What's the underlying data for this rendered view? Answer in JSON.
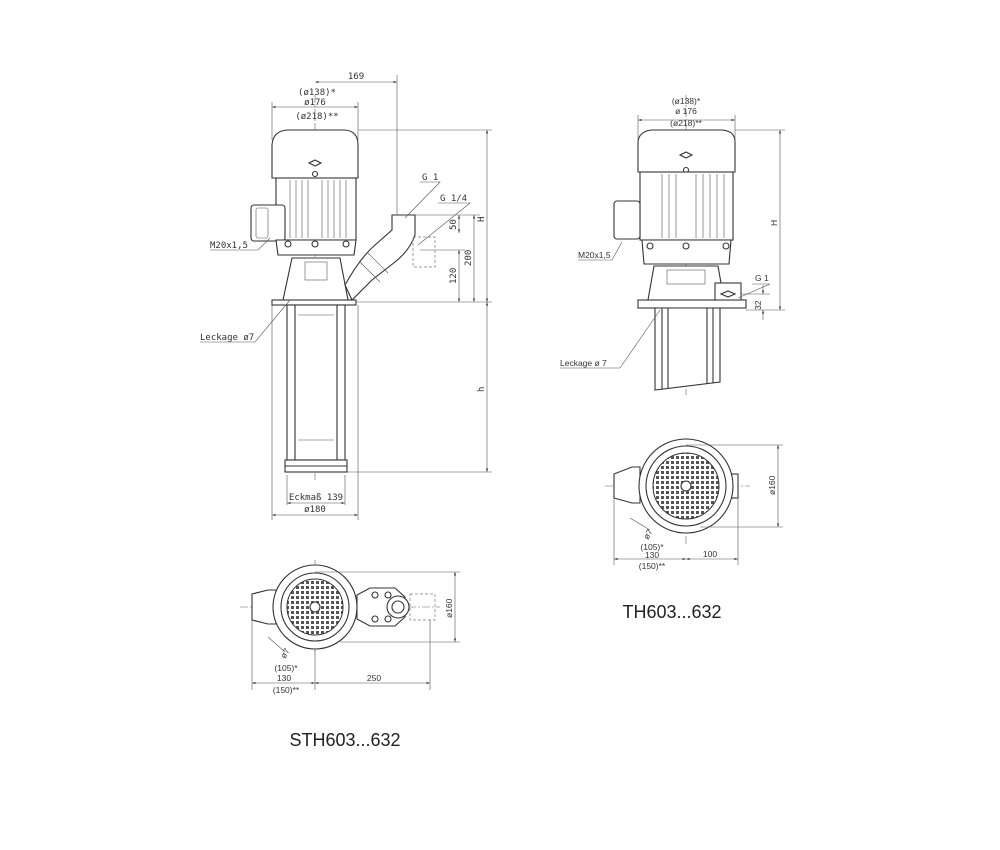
{
  "sth": {
    "caption": "STH603...632",
    "front": {
      "dim_169": "169",
      "dim_d138": "(ø138)*",
      "dim_d176": "ø176",
      "dim_d218": "(ø218)**",
      "label_g1": "G 1",
      "label_g14": "G 1/4",
      "label_m20": "M20x1,5",
      "label_leckage": "Leckage ø7",
      "dim_50": "50",
      "dim_120": "120",
      "dim_200": "200",
      "dim_H": "H",
      "dim_h": "h",
      "dim_eckmass": "Eckmaß 139",
      "dim_d180": "ø180"
    },
    "top": {
      "dim_d160": "ø160",
      "dim_d7": "ø7",
      "dim_105": "(105)*",
      "dim_130": "130",
      "dim_150": "(150)**",
      "dim_250": "250"
    }
  },
  "th": {
    "caption": "TH603...632",
    "front": {
      "dim_d138": "(ø138)*",
      "dim_d176": "ø 176",
      "dim_d218": "(ø218)**",
      "label_m20": "M20x1,5",
      "label_g1": "G 1",
      "dim_32": "32",
      "dim_H": "H",
      "label_leckage": "Leckage  ø 7"
    },
    "top": {
      "dim_d160": "ø160",
      "dim_d7": "ø7",
      "dim_105": "(105)*",
      "dim_130": "130",
      "dim_150": "(150)**",
      "dim_100": "100"
    }
  }
}
